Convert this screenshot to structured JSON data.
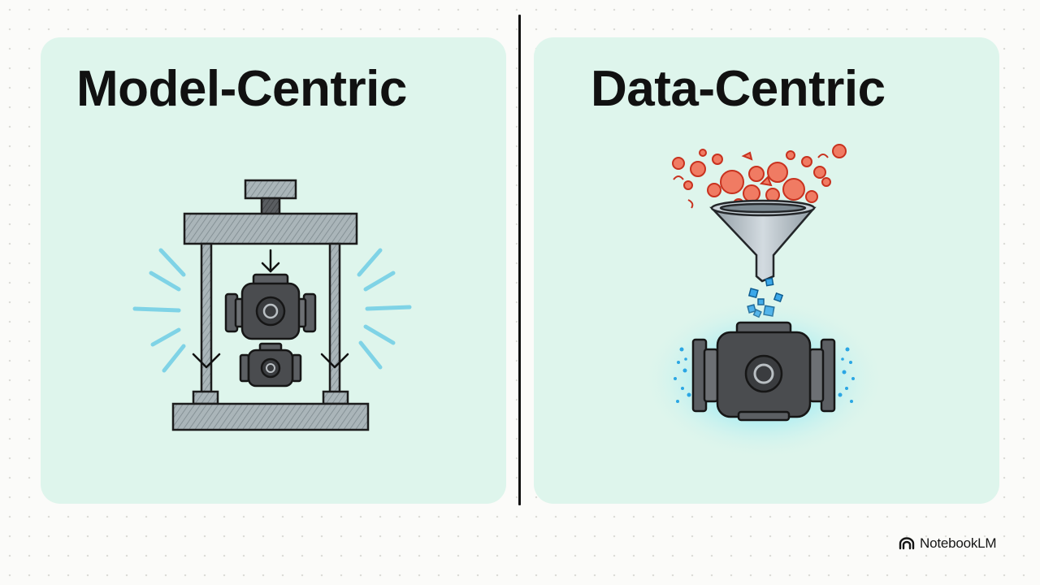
{
  "panels": {
    "model_centric": {
      "title": "Model-Centric"
    },
    "data_centric": {
      "title": "Data-Centric"
    }
  },
  "branding": {
    "label": "NotebookLM",
    "icon": "notebooklm-logo-icon"
  },
  "colors": {
    "panel_background": "#def5ec",
    "page_background": "#fbfbf9",
    "divider": "#111111",
    "press_steel": "#a9b4b8",
    "model_block": "#4a4c4f",
    "impact_lines": "#7fd3e6",
    "raw_data_particles": "#e8503a",
    "clean_data_cubes": "#2e9fe0",
    "glow": "#6fe0f2"
  }
}
